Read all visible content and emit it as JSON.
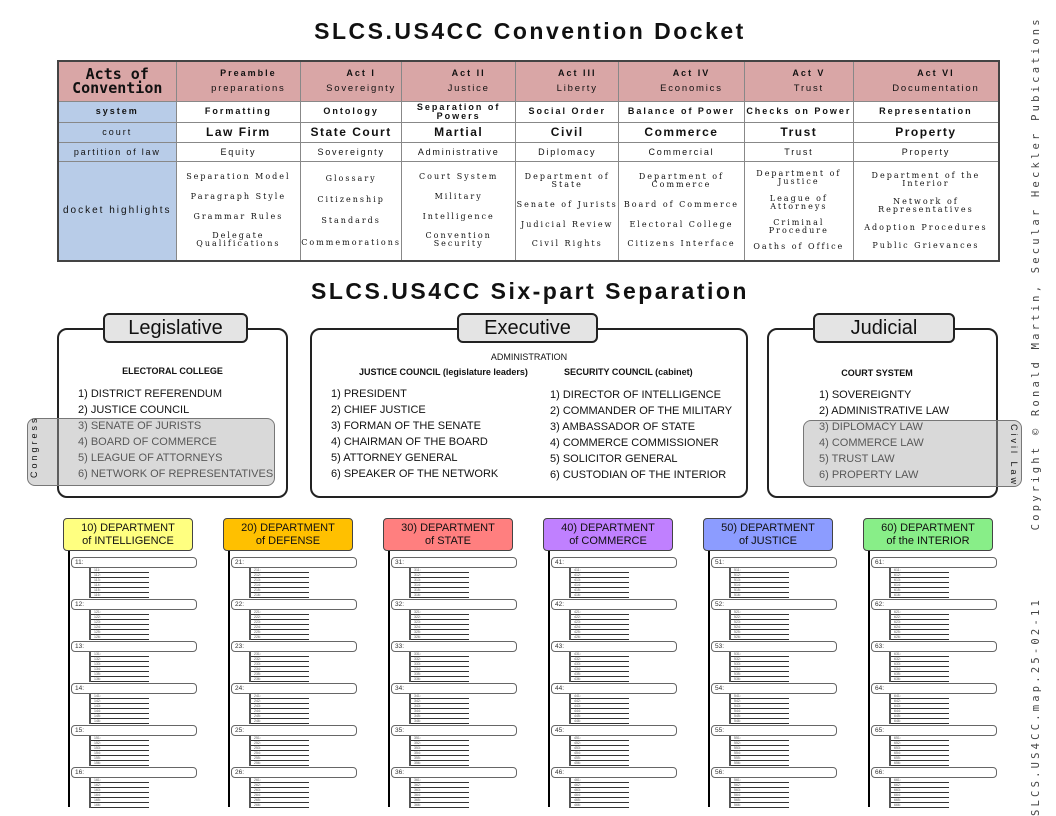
{
  "docket": {
    "title": "SLCS.US4CC Convention Docket",
    "corner": "Acts of Convention",
    "row_labels": {
      "system": "system",
      "court": "court",
      "partition": "partition of law",
      "highlights": "docket highlights"
    },
    "acts": [
      {
        "act": "Preamble",
        "name": "preparations",
        "system": "Formatting",
        "court": "Law Firm",
        "partition": "Equity",
        "highlights": [
          "Separation Model",
          "Paragraph Style",
          "Grammar Rules",
          "Delegate Qualifications"
        ]
      },
      {
        "act": "Act I",
        "name": "Sovereignty",
        "system": "Ontology",
        "court": "State Court",
        "partition": "Sovereignty",
        "highlights": [
          "Glossary",
          "Citizenship",
          "Standards",
          "Commemorations"
        ]
      },
      {
        "act": "Act II",
        "name": "Justice",
        "system": "Separation of Powers",
        "court": "Martial",
        "partition": "Administrative",
        "highlights": [
          "Court System",
          "Military",
          "Intelligence",
          "Convention Security"
        ]
      },
      {
        "act": "Act III",
        "name": "Liberty",
        "system": "Social Order",
        "court": "Civil",
        "partition": "Diplomacy",
        "highlights": [
          "Department of State",
          "Senate of Jurists",
          "Judicial Review",
          "Civil Rights"
        ]
      },
      {
        "act": "Act  IV",
        "name": "Economics",
        "system": "Balance of Power",
        "court": "Commerce",
        "partition": "Commercial",
        "highlights": [
          "Department of Commerce",
          "Board of Commerce",
          "Electoral College",
          "Citizens Interface"
        ]
      },
      {
        "act": "Act V",
        "name": "Trust",
        "system": "Checks on Power",
        "court": "Trust",
        "partition": "Trust",
        "highlights": [
          "Department of Justice",
          "League of Attorneys",
          "Criminal Procedure",
          "Oaths of Office"
        ]
      },
      {
        "act": "Act VI",
        "name": "Documentation",
        "system": "Representation",
        "court": "Property",
        "partition": "Property",
        "highlights": [
          "Department of the Interior",
          "Network of Representatives",
          "Adoption Procedures",
          "Public Grievances"
        ]
      }
    ]
  },
  "separation": {
    "title": "SLCS.US4CC Six-part Separation",
    "legislative": {
      "tab": "Legislative",
      "heading": "ELECTORAL COLLEGE",
      "items": [
        "1) DISTRICT REFERENDUM",
        "2) JUSTICE COUNCIL",
        "3) SENATE OF JURISTS",
        "4) BOARD OF COMMERCE",
        "5) LEAGUE OF ATTORNEYS",
        "6) NETWORK OF REPRESENTATIVES"
      ]
    },
    "executive": {
      "tab": "Executive",
      "heading": "ADMINISTRATION",
      "justice_heading": "JUSTICE COUNCIL (legislature leaders)",
      "justice_items": [
        "1) PRESIDENT",
        "2) CHIEF JUSTICE",
        "3) FORMAN OF THE SENATE",
        "4) CHAIRMAN OF THE BOARD",
        "5) ATTORNEY GENERAL",
        "6) SPEAKER OF THE NETWORK"
      ],
      "security_heading": "SECURITY COUNCIL (cabinet)",
      "security_items": [
        "1) DIRECTOR OF INTELLIGENCE",
        "2) COMMANDER OF THE MILITARY",
        "3) AMBASSADOR OF STATE",
        "4) COMMERCE COMMISSIONER",
        "5) SOLICITOR GENERAL",
        "6) CUSTODIAN OF THE INTERIOR"
      ]
    },
    "judicial": {
      "tab": "Judicial",
      "heading": "COURT SYSTEM",
      "items": [
        "1) SOVEREIGNTY",
        "2) ADMINISTRATIVE LAW",
        "3) DIPLOMACY LAW",
        "4) COMMERCE LAW",
        "5) TRUST LAW",
        "6) PROPERTY LAW"
      ]
    },
    "congress_label": "Congress",
    "civil_law_label": "Civil Law"
  },
  "departments": [
    {
      "line1": "10) DEPARTMENT",
      "line2": "of INTELLIGENCE",
      "color": "#ffff80",
      "prefix": "1"
    },
    {
      "line1": "20) DEPARTMENT",
      "line2": "of DEFENSE",
      "color": "#ffc000",
      "prefix": "2"
    },
    {
      "line1": "30) DEPARTMENT",
      "line2": "of STATE",
      "color": "#ff7f7f",
      "prefix": "3"
    },
    {
      "line1": "40) DEPARTMENT",
      "line2": "of COMMERCE",
      "color": "#c080ff",
      "prefix": "4"
    },
    {
      "line1": "50) DEPARTMENT",
      "line2": "of JUSTICE",
      "color": "#8c9cff",
      "prefix": "5"
    },
    {
      "line1": "60) DEPARTMENT",
      "line2": "of the INTERIOR",
      "color": "#88ee88",
      "prefix": "6"
    }
  ],
  "section_labels": [
    [
      "11:",
      "12:",
      "13:",
      "14:",
      "15:",
      "16:"
    ],
    [
      "21:",
      "22:",
      "23:",
      "24:",
      "25:",
      "26:"
    ],
    [
      "31:",
      "32:",
      "33:",
      "34:",
      "35:",
      "36:"
    ],
    [
      "41:",
      "42:",
      "43:",
      "44:",
      "45:",
      "46:"
    ],
    [
      "51:",
      "52:",
      "53:",
      "54:",
      "55:",
      "56:"
    ],
    [
      "61:",
      "62:",
      "63:",
      "64:",
      "65:",
      "66:"
    ]
  ],
  "sub_suffixes": [
    "1:",
    "2:",
    "3:",
    "4:",
    "5:",
    "6:"
  ],
  "side_text": {
    "id": "SLCS.US4CC.map.25-02-11",
    "copyright": "Copyright © Ronald Martin, Secular Heckler Pubications"
  }
}
